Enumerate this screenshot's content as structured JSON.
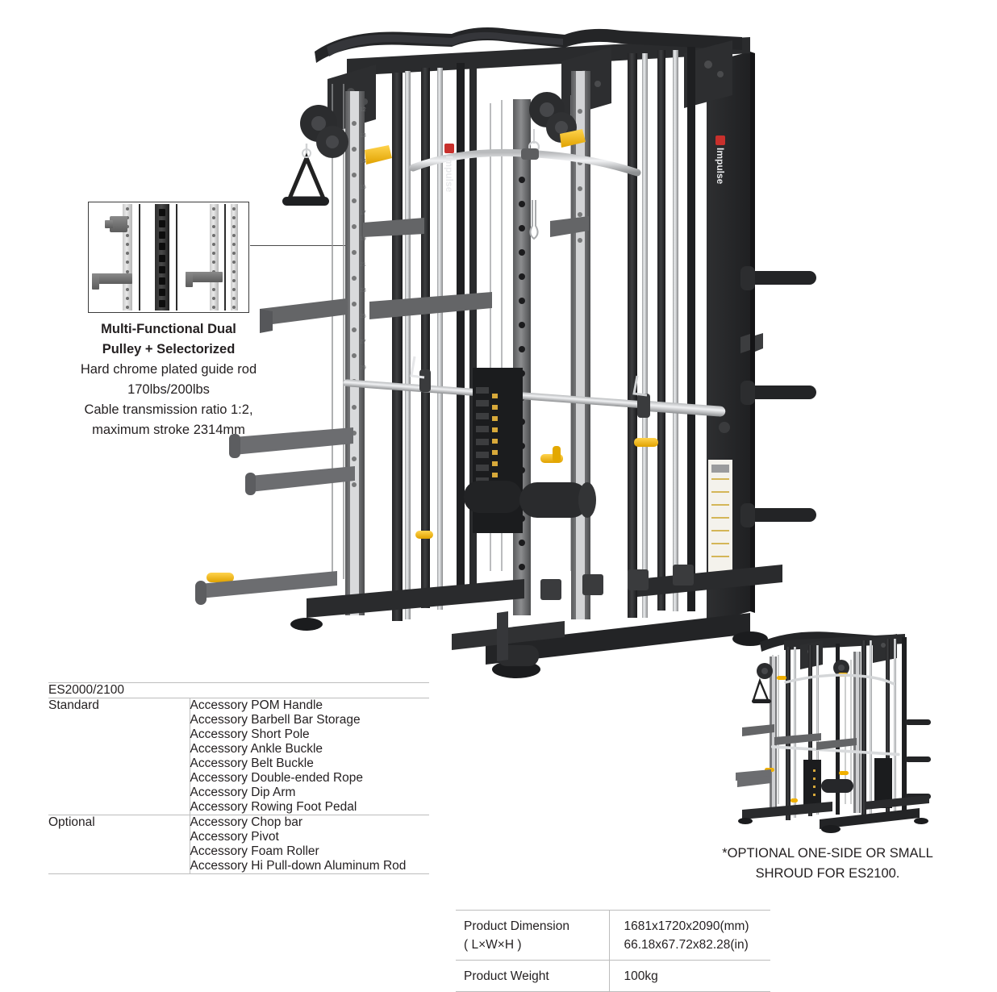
{
  "callout": {
    "inset_name": "guide-rod-detail-inset",
    "caption_lines": [
      "Multi-Functional Dual",
      "Pulley + Selectorized",
      "Hard chrome plated guide rod",
      "170lbs/200lbs",
      "Cable transmission ratio 1:2,",
      "maximum stroke 2314mm"
    ],
    "title_line_1": "Multi-Functional Dual",
    "title_line_2": "Pulley + Selectorized",
    "body_line_1": "Hard chrome plated guide rod",
    "body_line_2": "170lbs/200lbs",
    "body_line_3": "Cable transmission ratio 1:2,",
    "body_line_4": "maximum stroke 2314mm"
  },
  "product_image": {
    "main_alt": "Impulse ES2000/2100 multi-functional dual pulley selectorized trainer with Smith bar",
    "brand_text": "Impulse",
    "small_alt": "ES2100 without side shroud"
  },
  "optional_note": {
    "line_1": "*OPTIONAL ONE-SIDE OR SMALL",
    "line_2": "SHROUD FOR ES2100."
  },
  "accessories": {
    "model_title": "ES2000/2100",
    "standard_label": "Standard",
    "optional_label": "Optional",
    "standard_items": [
      "Accessory POM Handle",
      "Accessory Barbell Bar Storage",
      "Accessory Short Pole",
      "Accessory Ankle Buckle",
      "Accessory Belt Buckle",
      "Accessory Double-ended Rope",
      "Accessory Dip Arm",
      "Accessory Rowing Foot Pedal"
    ],
    "optional_items": [
      "Accessory Chop bar",
      "Accessory Pivot",
      "Accessory Foam Roller",
      "Accessory Hi Pull-down Aluminum Rod"
    ]
  },
  "specs": {
    "dimension_label_line_1": "Product Dimension",
    "dimension_label_line_2": "( L×W×H )",
    "dimension_value_mm": "1681x1720x2090(mm)",
    "dimension_value_in": "66.18x67.72x82.28(in)",
    "weight_label": "Product Weight",
    "weight_value": "100kg"
  },
  "colors": {
    "text": "#231f20",
    "rule": "#bdbdbd",
    "frame": "#3b3b3b",
    "machine_dark": "#2b2b2d",
    "machine_mid": "#6f7072",
    "machine_chrome": "#c9cbcd",
    "accent_yellow": "#f2b418"
  }
}
